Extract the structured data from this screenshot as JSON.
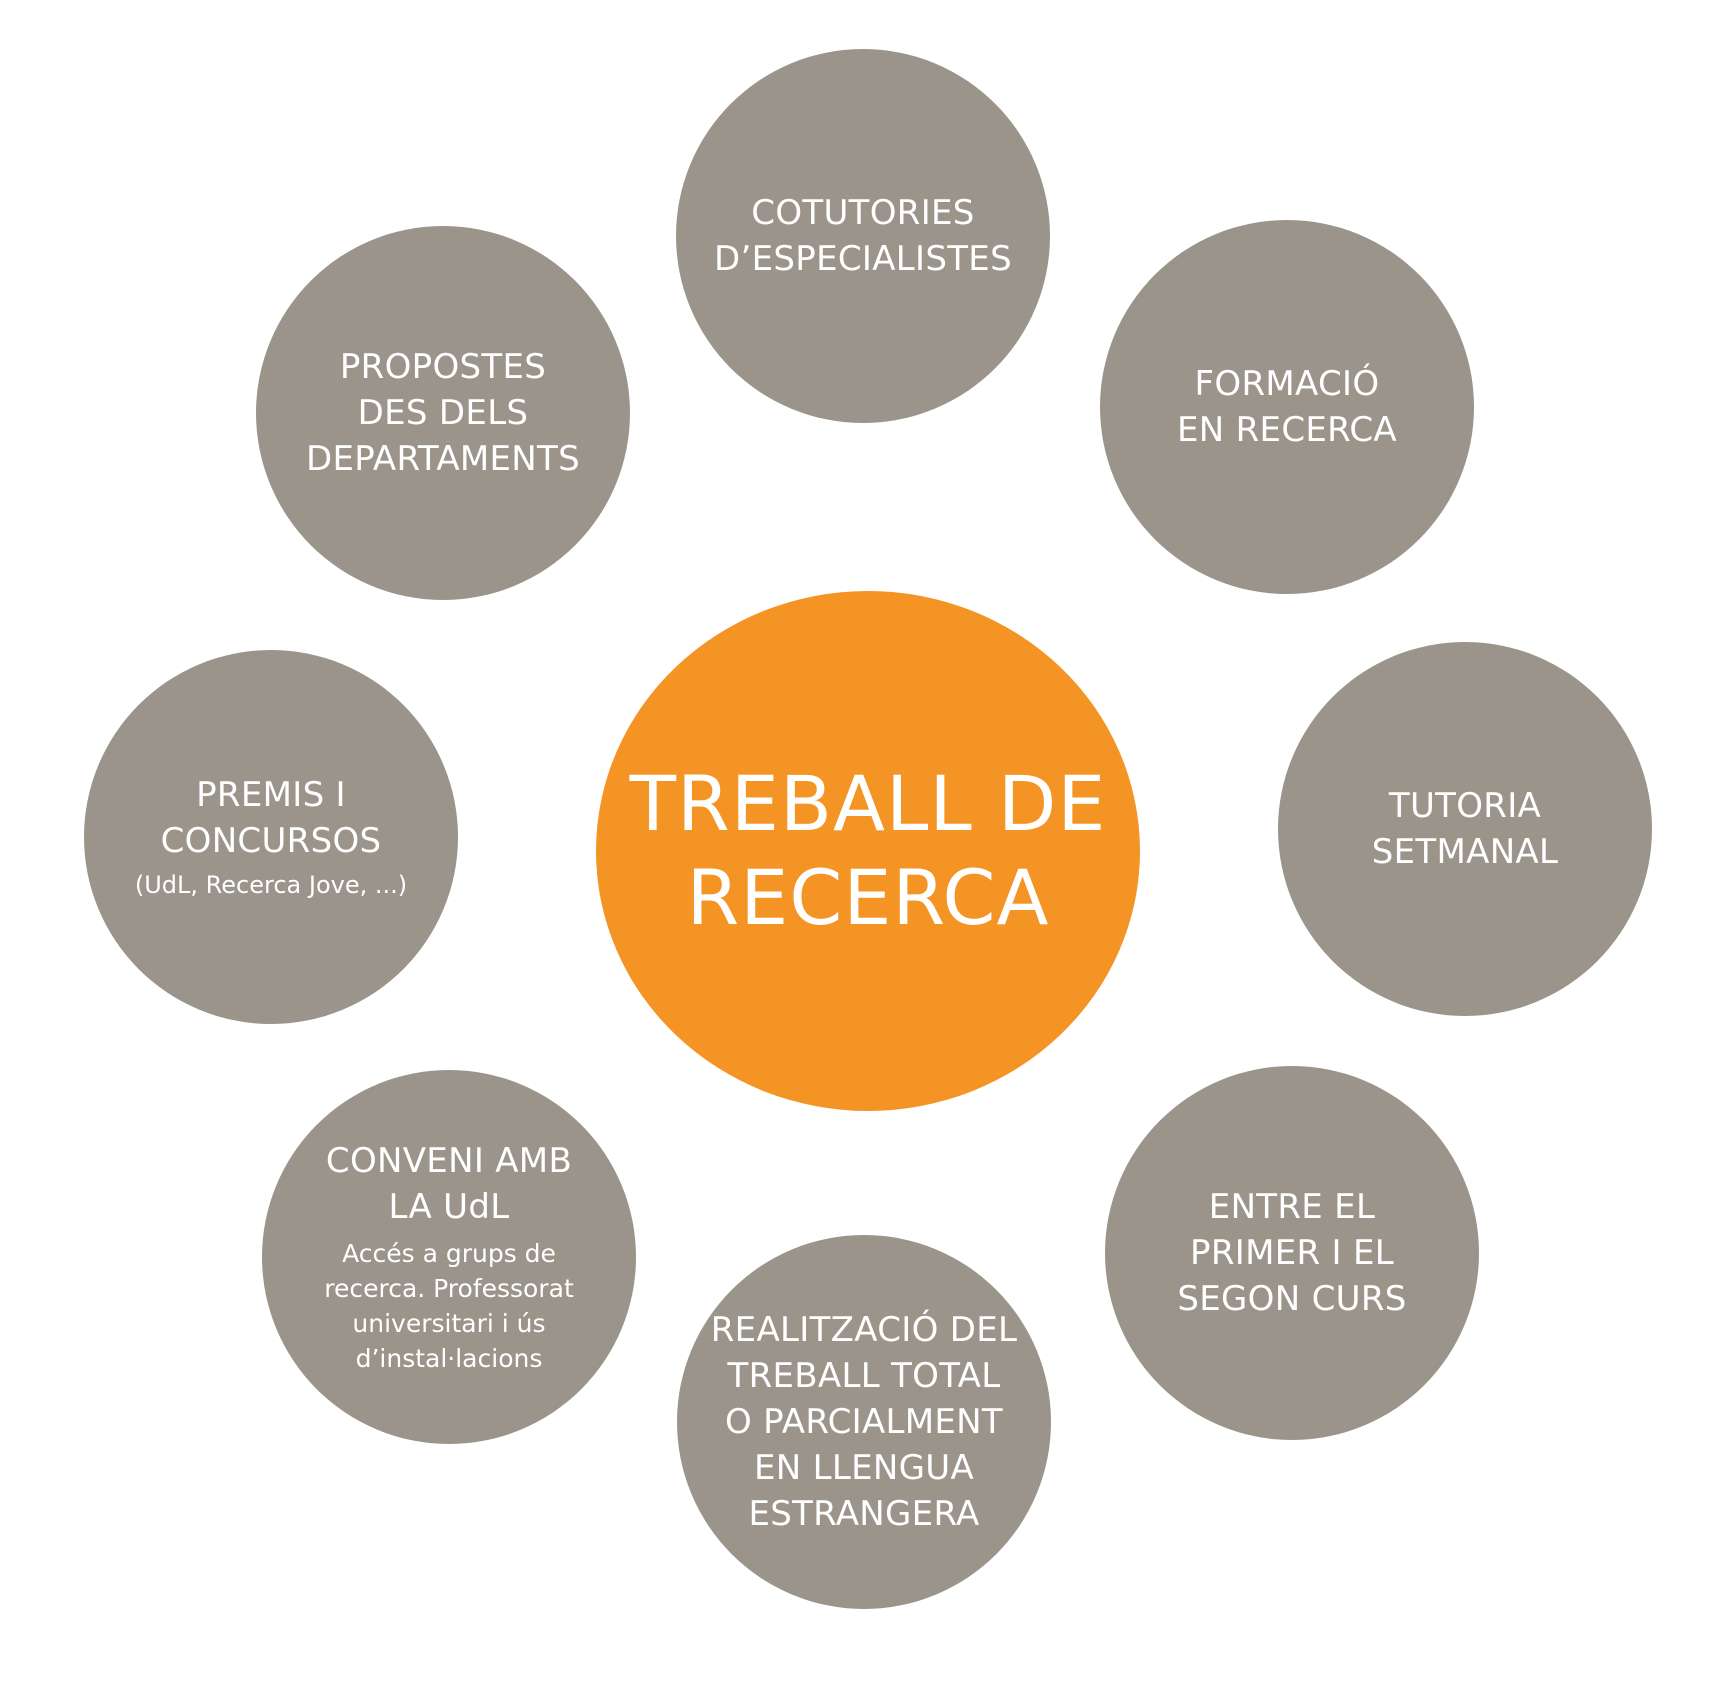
{
  "center": {
    "lines": [
      "TREBALL DE",
      "RECERCA"
    ],
    "color": "#f39424"
  },
  "satellite_color": "#9a948a",
  "nodes": {
    "cotutories": {
      "lines": [
        "COTUTORIES",
        "D’ESPECIALISTES"
      ]
    },
    "formacio": {
      "lines": [
        "FORMACIÓ",
        "EN RECERCA"
      ]
    },
    "tutoria": {
      "lines": [
        "TUTORIA",
        "SETMANAL"
      ]
    },
    "entre": {
      "lines": [
        "ENTRE EL",
        "PRIMER I EL",
        "SEGON CURS"
      ]
    },
    "realitzacio": {
      "lines": [
        "REALITZACIÓ DEL",
        "TREBALL TOTAL",
        "O PARCIALMENT",
        "EN LLENGUA",
        "ESTRANGERA"
      ]
    },
    "conveni": {
      "lines": [
        "CONVENI AMB",
        "LA UdL"
      ],
      "note": [
        "Accés a grups de",
        "recerca. Professorat",
        "universitari i ús",
        "d’instal·lacions"
      ]
    },
    "premis": {
      "lines": [
        "PREMIS I",
        "CONCURSOS"
      ],
      "note": [
        "(UdL, Recerca Jove, ...)"
      ]
    },
    "propostes": {
      "lines": [
        "PROPOSTES",
        "DES DELS",
        "DEPARTAMENTS"
      ]
    }
  }
}
